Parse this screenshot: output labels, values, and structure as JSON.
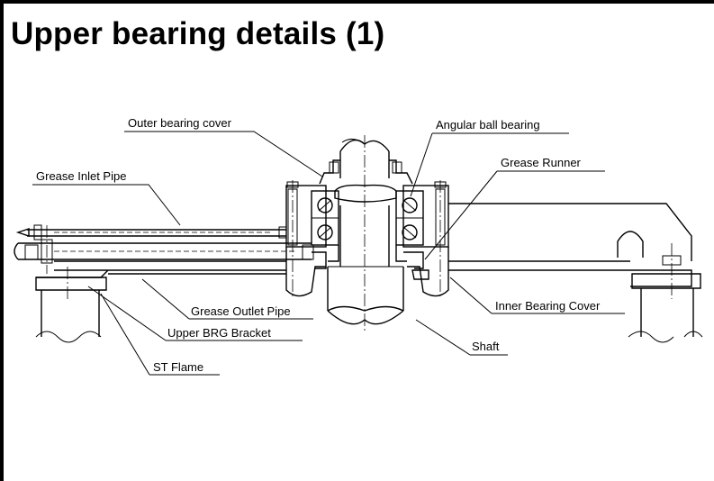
{
  "title": "Upper bearing details (1)",
  "labels": {
    "outer_bearing_cover": "Outer bearing cover",
    "angular_ball_bearing": "Angular ball bearing",
    "grease_runner": "Grease Runner",
    "grease_inlet_pipe": "Grease Inlet Pipe",
    "grease_outlet_pipe": "Grease Outlet Pipe",
    "inner_bearing_cover": "Inner Bearing Cover",
    "upper_brg_bracket": "Upper BRG Bracket",
    "shaft": "Shaft",
    "st_flame": "ST Flame"
  }
}
